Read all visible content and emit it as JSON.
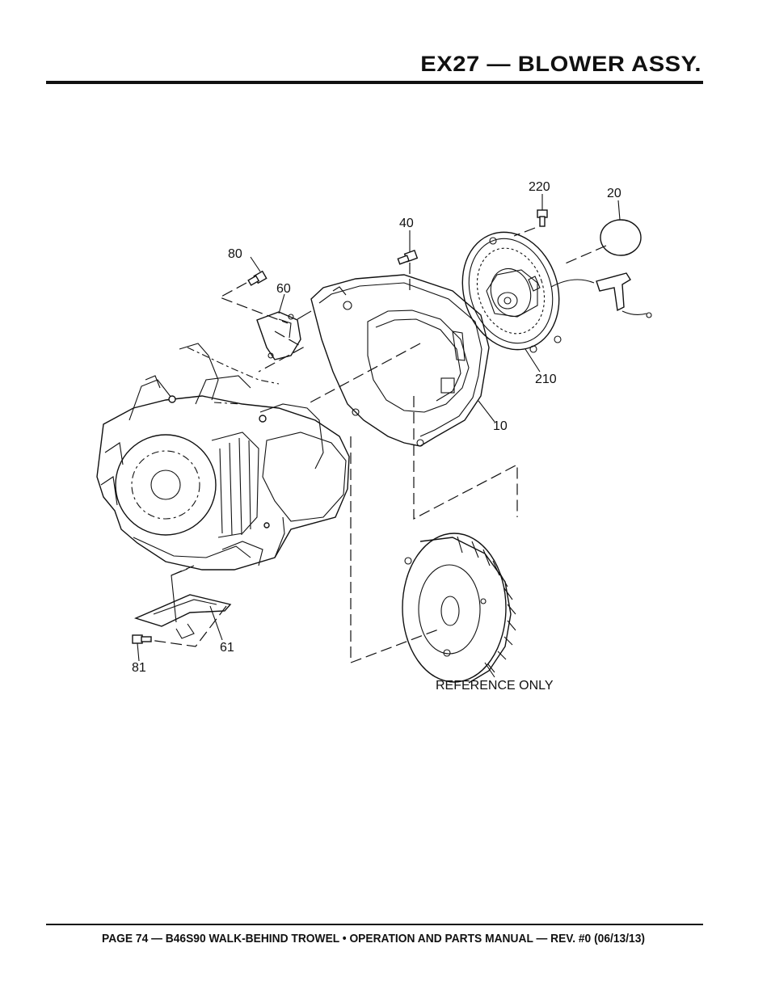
{
  "header": {
    "title": "EX27 — BLOWER ASSY."
  },
  "diagram": {
    "labels": {
      "p220": "220",
      "p20": "20",
      "p40": "40",
      "p80": "80",
      "p60": "60",
      "p210": "210",
      "p10": "10",
      "p61": "61",
      "p81": "81",
      "reference": "REFERENCE ONLY"
    }
  },
  "footer": {
    "text": "PAGE 74 — B46S90 WALK-BEHIND TROWEL • OPERATION AND PARTS MANUAL — REV. #0 (06/13/13)"
  }
}
